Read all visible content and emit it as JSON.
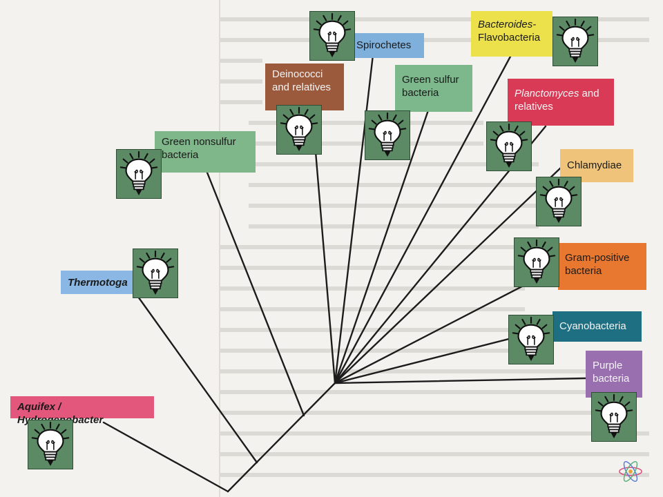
{
  "diagram": {
    "colors": {
      "line": "#1c1c1c",
      "bulb_bg": "#5b8a65",
      "aquifex": "#e2577b",
      "thermotoga": "#8ab7e3",
      "green_nonsulfur": "#7fb68a",
      "deinococci": "#9c5a3c",
      "spirochetes": "#7fb0dc",
      "green_sulfur": "#7cb88c",
      "bacteroides": "#ece14a",
      "planctomyces": "#d93a55",
      "chlamydiae": "#f0c37a",
      "gram_positive": "#e8782f",
      "cyanobacteria": "#1f6f82",
      "purple": "#9a6fb0"
    },
    "labels": {
      "aquifex": "Aquifex / Hydrogenobacter",
      "thermotoga": "Thermotoga",
      "green_nonsulfur_1": "Green nonsulfur",
      "green_nonsulfur_2": "bacteria",
      "deinococci_1": "Deinococci",
      "deinococci_2": "and relatives",
      "spirochetes": "Spirochetes",
      "green_sulfur_1": "Green sulfur",
      "green_sulfur_2": "bacteria",
      "bacteroides_1": "Bacteroides-",
      "bacteroides_2": "Flavobacteria",
      "planctomyces_1": "Planctomyces",
      "planctomyces_2": " and",
      "planctomyces_3": "relatives",
      "chlamydiae": "Chlamydiae",
      "gram_positive_1": "Gram-positive",
      "gram_positive_2": "bacteria",
      "cyanobacteria": "Cyanobacteria",
      "purple_1": "Purple",
      "purple_2": "bacteria"
    },
    "icons": {
      "bulb": "lightbulb-icon",
      "atom": "atom-icon"
    }
  }
}
